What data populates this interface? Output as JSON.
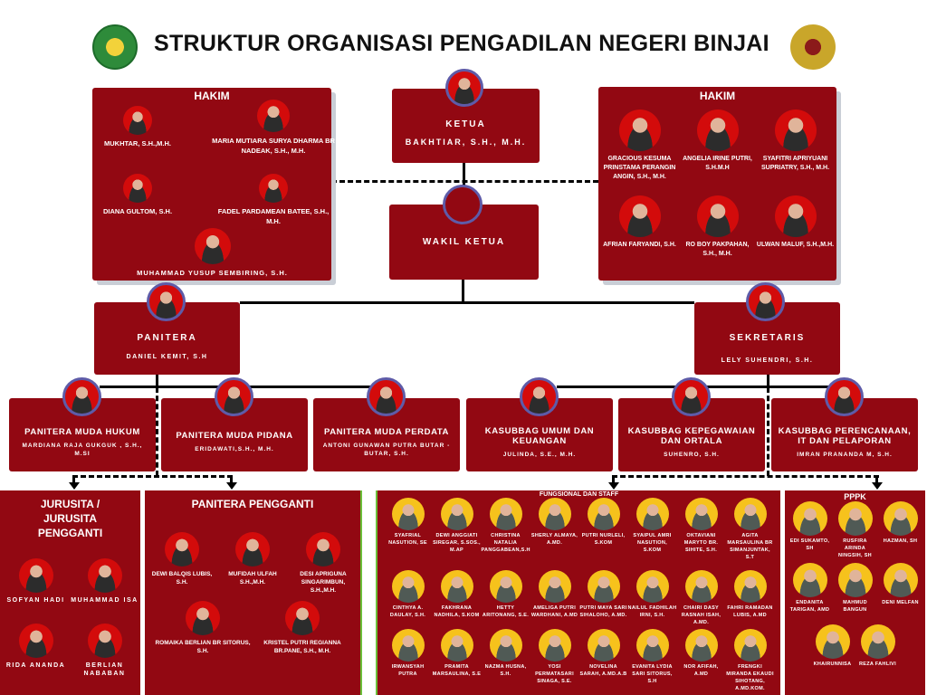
{
  "header": {
    "title": "STRUKTUR ORGANISASI PENGADILAN NEGERI BINJAI",
    "logo_left": "Mahkamah Agung emblem",
    "logo_right": "Pengadilan emblem"
  },
  "colors": {
    "box": "#920812",
    "ring": "#5e5ba8",
    "photo_red": "#d30b0b",
    "photo_yellow": "#f6c21c"
  },
  "hakim_left": {
    "title": "HAKIM",
    "members": [
      "MUKHTAR, S.H.,M.H.",
      "MARIA MUTIARA SURYA DHARMA BR NADEAK, S.H., M.H.",
      "DIANA GULTOM, S.H.",
      "FADEL PARDAMEAN BATEE, S.H., M.H.",
      "MUHAMMAD YUSUP SEMBIRING, S.H."
    ]
  },
  "hakim_right": {
    "title": "HAKIM",
    "members": [
      "GRACIOUS KESUMA PRINSTAMA PERANGIN ANGIN, S.H., M.H.",
      "ANGELIA IRINE PUTRI, S.H.M.H",
      "SYAFITRI APRIYUANI SUPRIATRY, S.H., M.H.",
      "AFRIAN FARYANDI, S.H.",
      "RO BOY PAKPAHAN, S.H., M.H.",
      "ULWAN MALUF, S.H.,M.H."
    ]
  },
  "ketua": {
    "position": "KETUA",
    "name": "BAKHTIAR, S.H., M.H."
  },
  "wakil": {
    "position": "WAKIL KETUA"
  },
  "panitera": {
    "position": "PANITERA",
    "name": "DANIEL KEMIT, S.H"
  },
  "sekretaris": {
    "position": "SEKRETARIS",
    "name": "LELY SUHENDRI, S.H."
  },
  "units": [
    {
      "position": "PANITERA MUDA HUKUM",
      "name": "MARDIANA RAJA GUKGUK , S.H., M.SI"
    },
    {
      "position": "PANITERA MUDA PIDANA",
      "name": "ERIDAWATI,S.H., M.H."
    },
    {
      "position": "PANITERA MUDA PERDATA",
      "name": "ANTONI GUNAWAN PUTRA BUTAR - BUTAR, S.H."
    },
    {
      "position": "KASUBBAG UMUM DAN KEUANGAN",
      "name": "JULINDA, S.E., M.H."
    },
    {
      "position": "KASUBBAG KEPEGAWAIAN DAN ORTALA",
      "name": "SUHENRO, S.H."
    },
    {
      "position": "KASUBBAG PERENCANAAN, IT DAN PELAPORAN",
      "name": "IMRAN PRANANDA M, S.H."
    }
  ],
  "jurusita": {
    "title": "JURUSITA / JURUSITA PENGGANTI",
    "members": [
      "SOFYAN HADI",
      "MUHAMMAD ISA",
      "RIDA ANANDA",
      "BERLIAN NABABAN"
    ]
  },
  "panitera_pengganti": {
    "title": "PANITERA PENGGANTI",
    "members": [
      "DEWI BALQIS LUBIS, S.H.",
      "MUFIDAH ULFAH S.H.,M.H.",
      "DESI APRIGUNA SINGARIMBUN, S.H.,M.H.",
      "ROMAIKA BERLIAN BR SITORUS, S.H.",
      "KRISTEL PUTRI REGIANNA BR.PANE, S.H., M.H."
    ]
  },
  "fungsional": {
    "title": "FUNGSIONAL DAN STAFF",
    "members": [
      "SYAFRIAL NASUTION, SE",
      "DEWI ANGGIATI SIREGAR, S.SOS., M.AP",
      "CHRISTINA NATALIA PANGGABEAN,S.H",
      "SHERLY ALMAYA, A.MD.",
      "PUTRI NURLELI, S.KOM",
      "SYAIPUL AMRI NASUTION, S.KOM",
      "OKTAVIANI MARYTO BR. SIHITE, S.H.",
      "AGITA MARSAULINA BR SIMANJUNTAK, S.T",
      "CINTHYA A. DAULAY, S.H.",
      "FAKHRANA NADHILA, S.KOM",
      "HETTY ARITONANG, S.E.",
      "AMELIGA PUTRI WARDHANI, A.MD",
      "PUTRI MAYA SARI SIHALOHO, A.MD.",
      "NAILUL FADHILAH IRNI, S.H.",
      "CHAIRI DASY RASNAH ISAH, A.MD.",
      "FAHRI RAMADAN LUBIS, A.MD",
      "IRWANSYAH PUTRA",
      "PRAMITA MARSAULINA, S.E",
      "NAZMA HUSNA, S.H.",
      "YOSI PERMATASARI SINAGA, S.E.",
      "NOVELINA SARAH, A.MD.A.B",
      "EVANITA LYDIA SARI SITORUS, S.H",
      "NOR AFIFAH, A.MD",
      "FRENGKI MIRANDA EKAUDI SIHOTANG, A.MD.KOM."
    ]
  },
  "pppk": {
    "title": "PPPK",
    "members": [
      "EDI SUKAMTO, SH",
      "RUSFIRA ARINDA NINGSIH, SH",
      "HAZMAN, SH",
      "ENDANITA TARIGAN, AMD",
      "MAHMUD BANGUN",
      "DENI MELFAN",
      "KHAIRUNNISA",
      "REZA FAHLIVI"
    ]
  }
}
